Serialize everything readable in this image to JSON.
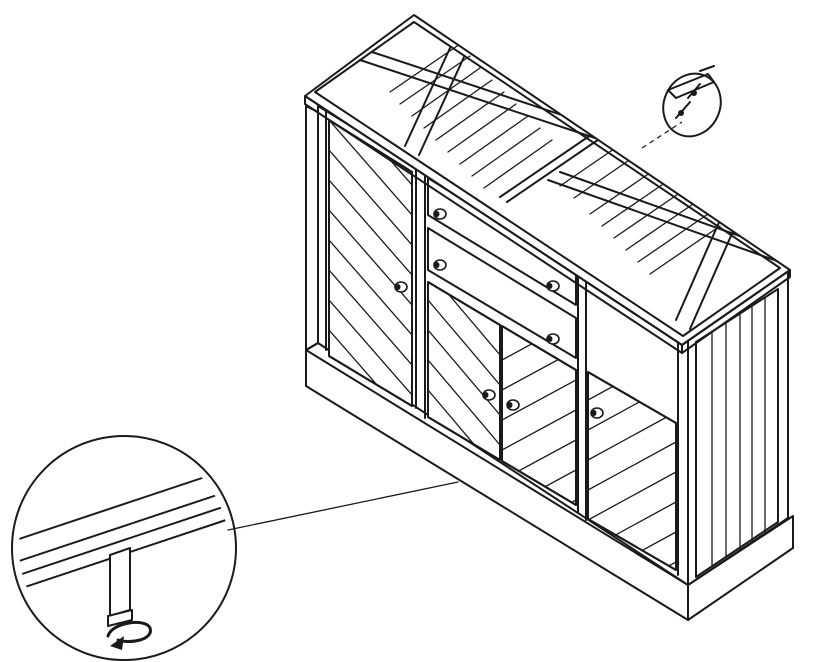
{
  "figure": {
    "subject": "sideboard-cabinet-assembly",
    "parts": [
      {
        "id": "top-panel",
        "pattern": "diagonal-x-slats"
      },
      {
        "id": "left-door",
        "pattern": "diagonal-slats",
        "knobs": 1
      },
      {
        "id": "drawer-upper",
        "knobs": 2
      },
      {
        "id": "drawer-lower",
        "knobs": 2
      },
      {
        "id": "center-left-door",
        "pattern": "diagonal-slats",
        "knobs": 1
      },
      {
        "id": "center-right-door",
        "pattern": "diagonal-slats",
        "knobs": 1
      },
      {
        "id": "right-door",
        "pattern": "diagonal-slats",
        "knobs": 1
      },
      {
        "id": "side-panel",
        "pattern": "vertical-slats"
      },
      {
        "id": "plinth-base"
      }
    ],
    "callouts": [
      {
        "id": "wall-anchor-detail",
        "icon": "screw-bracket-icon"
      },
      {
        "id": "leveling-foot-detail",
        "icon": "rotate-arrow-icon"
      }
    ]
  }
}
